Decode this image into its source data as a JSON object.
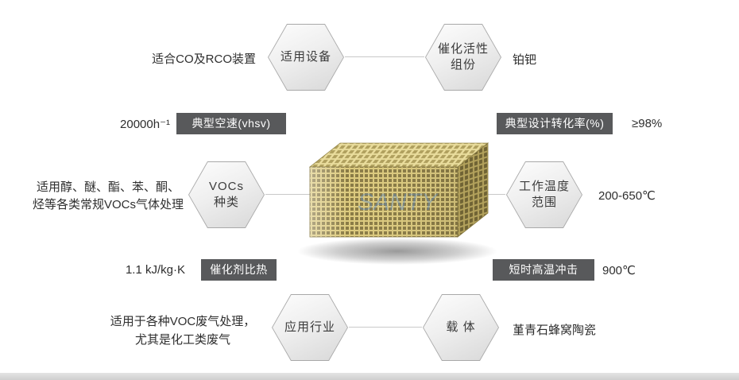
{
  "colors": {
    "dark_label_bg": "#58595b",
    "dark_label_text": "#ffffff",
    "hex_border": "#a9a9a9",
    "line": "#c9c9c9",
    "block_body": "#dcca7e"
  },
  "center": {
    "image_name": "honeycomb-ceramic-catalyst-block",
    "watermark": "SANTY"
  },
  "items": {
    "device": {
      "label": "适用设备",
      "value": "适合CO及RCO装置"
    },
    "active_components": {
      "label": "催化活性\n组份",
      "value": "铂钯"
    },
    "space_velocity": {
      "label": "典型空速(vhsv)",
      "value": "20000h⁻¹"
    },
    "conversion_rate": {
      "label": "典型设计转化率(%)",
      "value": "≥98%"
    },
    "vocs_types": {
      "label": "VOCs\n种类",
      "value": "适用醇、醚、酯、苯、酮、\n烃等各类常规VOCs气体处理"
    },
    "working_temp": {
      "label": "工作温度\n范围",
      "value": "200-650℃"
    },
    "specific_heat": {
      "label": "催化剂比热",
      "value": "1.1 kJ/kg·K"
    },
    "thermal_shock": {
      "label": "短时高温冲击",
      "value": "900℃"
    },
    "application": {
      "label": "应用行业",
      "value": "适用于各种VOC废气处理，\n尤其是化工类废气"
    },
    "carrier": {
      "label": "载 体",
      "value": "堇青石蜂窝陶瓷"
    }
  }
}
